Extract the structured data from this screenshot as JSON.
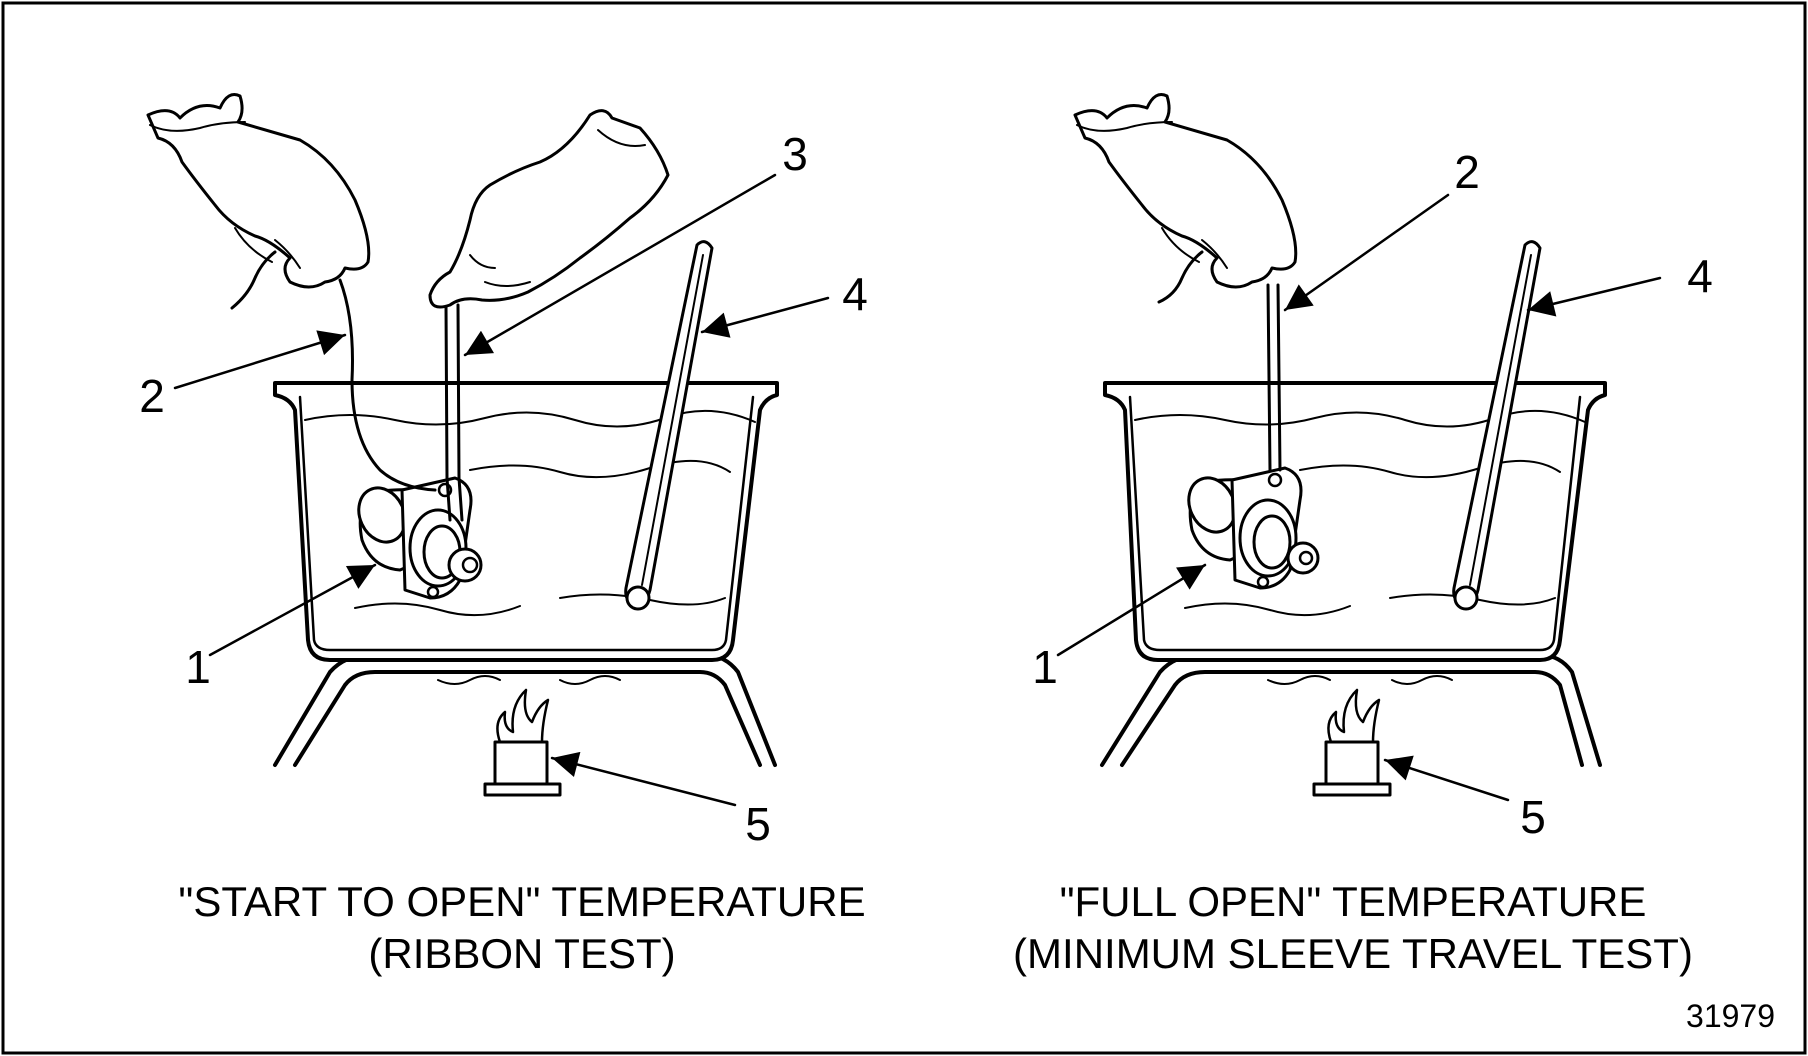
{
  "panels": [
    {
      "id": "ribbon-test",
      "callouts": [
        "1",
        "2",
        "3",
        "4",
        "5"
      ],
      "caption_line1": "\"START TO OPEN\" TEMPERATURE",
      "caption_line2": "(RIBBON TEST)"
    },
    {
      "id": "minimum-sleeve-travel-test",
      "callouts": [
        "1",
        "2",
        "4",
        "5"
      ],
      "caption_line1": "\"FULL OPEN\" TEMPERATURE",
      "caption_line2": "(MINIMUM SLEEVE TRAVEL TEST)"
    }
  ],
  "figure_id": "31979"
}
